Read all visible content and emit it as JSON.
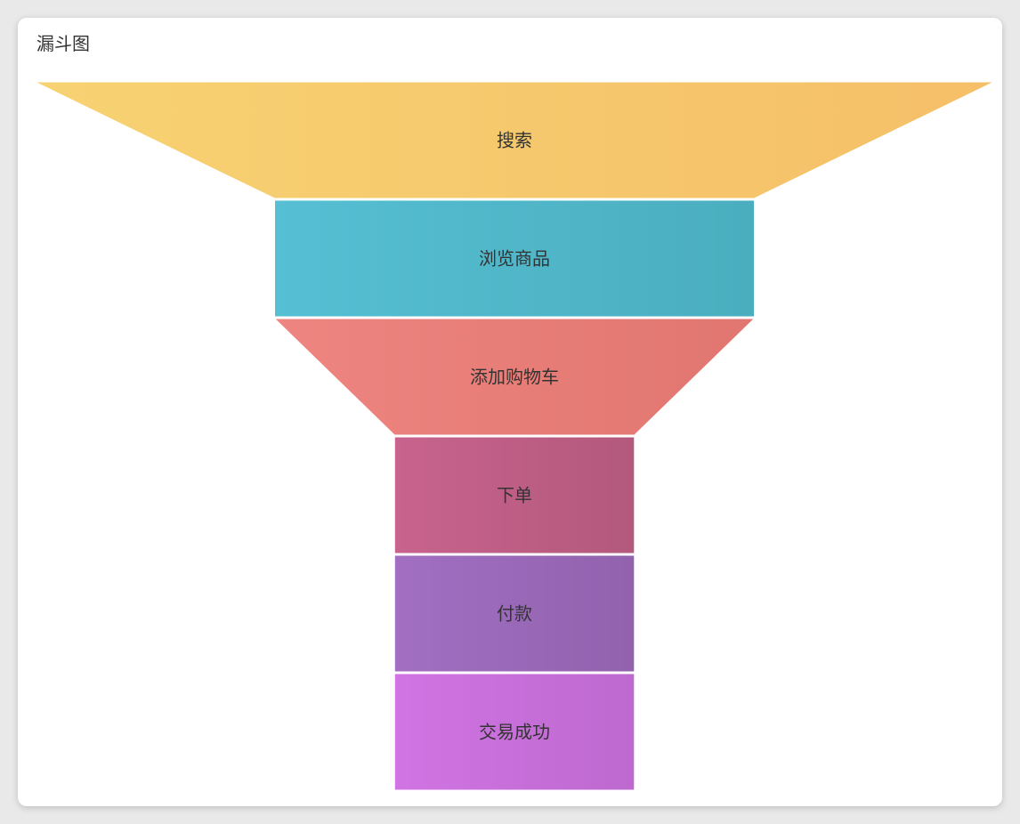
{
  "card": {
    "title": "漏斗图"
  },
  "chart_data": {
    "type": "funnel",
    "categories": [
      "搜索",
      "浏览商品",
      "添加购物车",
      "下单",
      "付款",
      "交易成功"
    ],
    "values": [
      100,
      50,
      50,
      25,
      25,
      25
    ],
    "colors": [
      [
        "#f7d272",
        "#f5bf68"
      ],
      [
        "#56bfd3",
        "#4aaebf"
      ],
      [
        "#ef8580",
        "#e17670"
      ],
      [
        "#c8638e",
        "#b3597c"
      ],
      [
        "#a26fc3",
        "#9162ad"
      ],
      [
        "#d174e4",
        "#bd69cf"
      ]
    ]
  }
}
